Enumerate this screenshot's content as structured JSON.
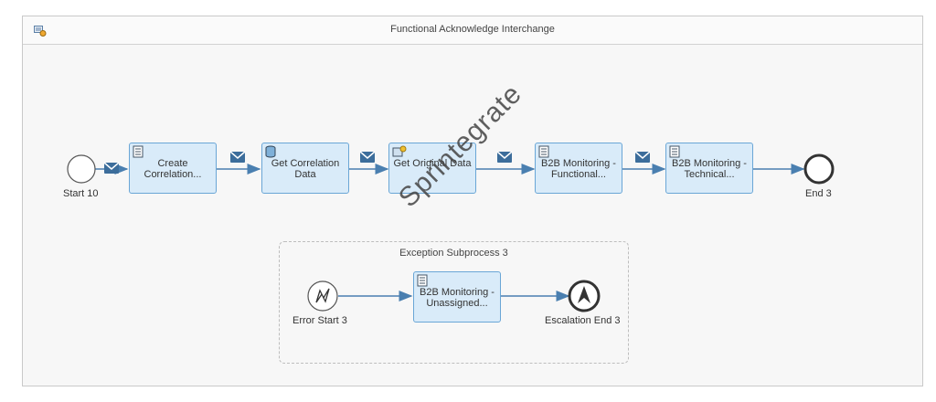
{
  "pool": {
    "title": "Functional Acknowledge Interchange"
  },
  "events": {
    "start": "Start 10",
    "end": "End 3",
    "error_start": "Error Start 3",
    "escalation_end": "Escalation End 3"
  },
  "tasks": {
    "create_correlation": "Create Correlation...",
    "get_correlation": "Get Correlation Data",
    "get_original": "Get Original Data",
    "b2b_functional": "B2B Monitoring - Functional...",
    "b2b_technical": "B2B Monitoring - Technical...",
    "b2b_unassigned": "B2B Monitoring - Unassigned..."
  },
  "subprocess": {
    "title": "Exception Subprocess 3"
  },
  "watermark": "Sprintegrate",
  "colors": {
    "task_fill": "#d9ebf9",
    "task_border": "#6aa6d6",
    "flow": "#4a7fb0"
  }
}
